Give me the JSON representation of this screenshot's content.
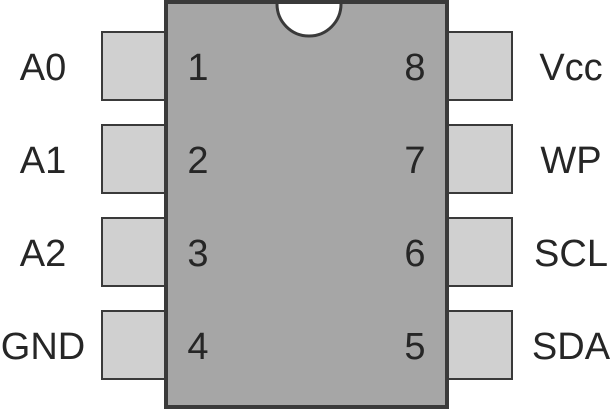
{
  "chip": {
    "body_color": "#a6a6a6",
    "pin_color": "#d0d0d0",
    "outline_color": "#3a3a3a",
    "text_color": "#262626",
    "notch": "orientation-notch"
  },
  "left_pins": [
    {
      "number": "1",
      "label": "A0"
    },
    {
      "number": "2",
      "label": "A1"
    },
    {
      "number": "3",
      "label": "A2"
    },
    {
      "number": "4",
      "label": "GND"
    }
  ],
  "right_pins": [
    {
      "number": "8",
      "label": "Vcc"
    },
    {
      "number": "7",
      "label": "WP"
    },
    {
      "number": "6",
      "label": "SCL"
    },
    {
      "number": "5",
      "label": "SDA"
    }
  ]
}
